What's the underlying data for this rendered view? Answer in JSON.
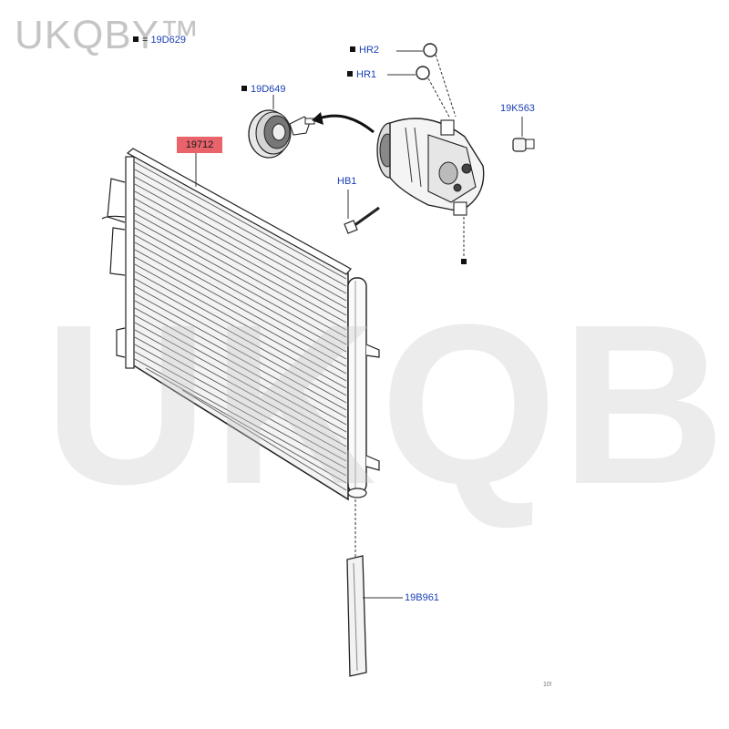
{
  "watermark": {
    "text": "UKQBY™"
  },
  "callouts": {
    "c19D629": {
      "prefix": "=",
      "code": "19D629"
    },
    "hr2": "HR2",
    "hr1": "HR1",
    "c19D649": "19D649",
    "c19K563": "19K563",
    "hb1": "HB1",
    "c19712": "19712",
    "c19B961": "19B961"
  },
  "corner_mark": "10!"
}
